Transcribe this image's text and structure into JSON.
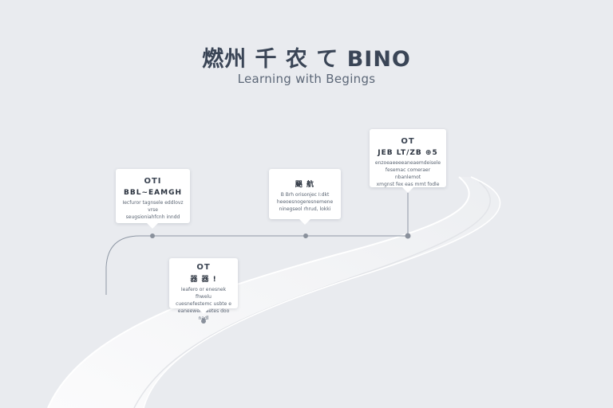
{
  "header": {
    "title": "燃州 千 农 て BINO",
    "subtitle": "Learning with Begings"
  },
  "milestones": [
    {
      "id": "m1",
      "label": "OTI",
      "title": "BBL~EAMGH",
      "desc": [
        "Iecfuror tagnsele eddlovz vrse",
        "seugsioniahfcnh inndd"
      ]
    },
    {
      "id": "m2",
      "label": "",
      "title": "颶 航",
      "desc": [
        "B Brh orisonjec I:dkt",
        "heeoesnogeresnemene",
        "ninegseol rhrud, lokki"
      ]
    },
    {
      "id": "m3",
      "label": "OT",
      "title": "JEB LT/ZB ⊕5",
      "desc": [
        "enzoeaeeeeaneaemdeisele",
        "fesemac comeraer nbanlemot",
        "xmgnst fex eas mmt fodle"
      ]
    },
    {
      "id": "m4",
      "label": "OT",
      "title": "器 器 !",
      "desc": [
        "Ieafero or enesnek fhwelu",
        "cuesnefestemc usbte e",
        "eaneewem aetes doo nadl"
      ]
    }
  ],
  "colors": {
    "background": "#e9ebef",
    "road": "#f7f7f8",
    "connector": "#8e97a4",
    "node": "#8a919c",
    "title": "#3a4556"
  }
}
